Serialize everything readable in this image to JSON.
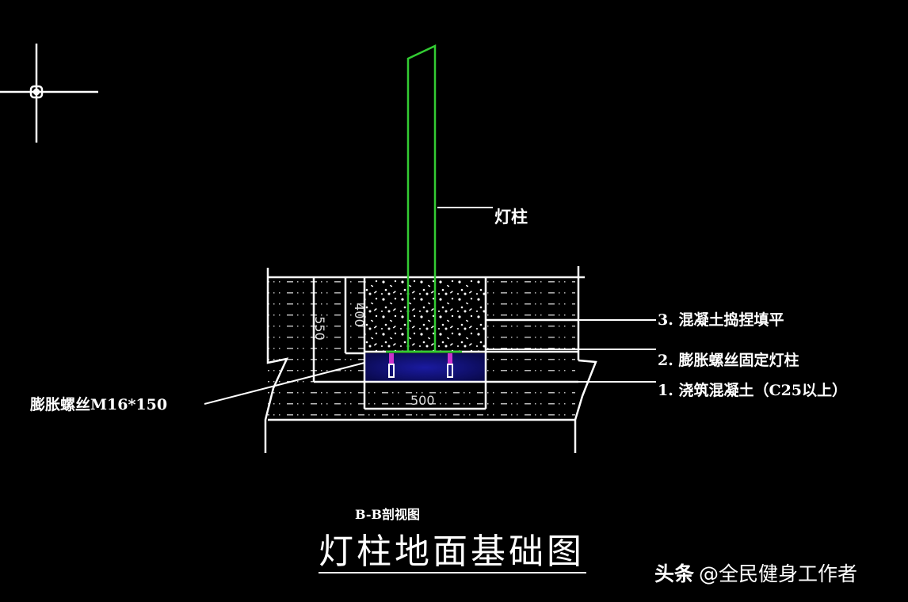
{
  "drawing": {
    "background": "#000000",
    "line_color": "#ffffff",
    "pole_color": "#33cc33",
    "base_color": "#1a1a8c",
    "bolt_color": "#cc33cc"
  },
  "labels": {
    "pole": "灯柱",
    "note_3": "3. 混凝土捣捏填平",
    "note_2": "2. 膨胀螺丝固定灯柱",
    "note_1": "1. 浇筑混凝土（C25以上）",
    "bolt": "膨胀螺丝M16*150"
  },
  "dimensions": {
    "depth_total": "550",
    "depth_upper": "400",
    "width": "500"
  },
  "section_label": "B-B剖视图",
  "title": "灯柱地面基础图",
  "watermark": {
    "platform": "头条",
    "author": "@全民健身工作者"
  }
}
